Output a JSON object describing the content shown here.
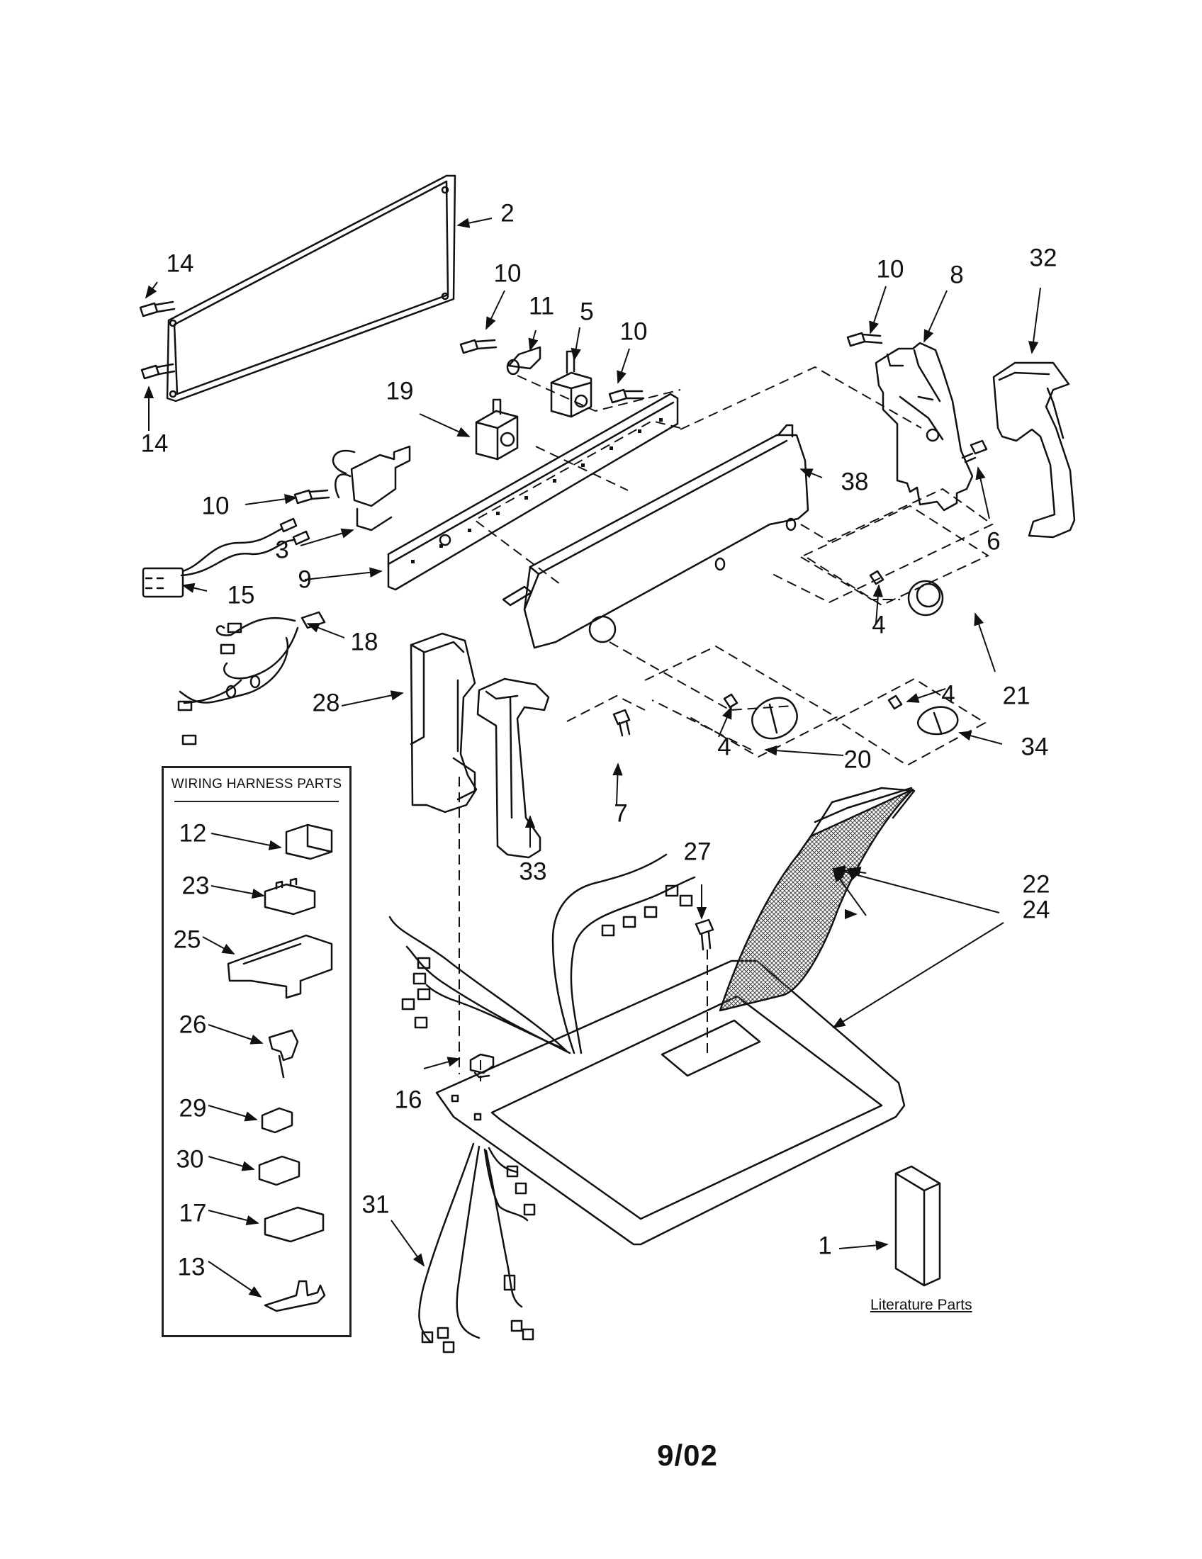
{
  "diagram": {
    "harness_box_title": "WIRING HARNESS PARTS",
    "literature_caption": "Literature Parts",
    "date_code": "9/02",
    "callouts": {
      "c1": "1",
      "c2": "2",
      "c3": "3",
      "c4a": "4",
      "c4b": "4",
      "c4c": "4",
      "c5": "5",
      "c6": "6",
      "c7": "7",
      "c8": "8",
      "c9": "9",
      "c10a": "10",
      "c10b": "10",
      "c10c": "10",
      "c10d": "10",
      "c11": "11",
      "c12": "12",
      "c13": "13",
      "c14a": "14",
      "c14b": "14",
      "c15": "15",
      "c16": "16",
      "c17": "17",
      "c18": "18",
      "c19": "19",
      "c20": "20",
      "c21": "21",
      "c22": "22",
      "c23": "23",
      "c24": "24",
      "c25": "25",
      "c26": "26",
      "c27": "27",
      "c28": "28",
      "c29": "29",
      "c30": "30",
      "c31": "31",
      "c32": "32",
      "c33": "33",
      "c34": "34",
      "c38": "38"
    }
  }
}
